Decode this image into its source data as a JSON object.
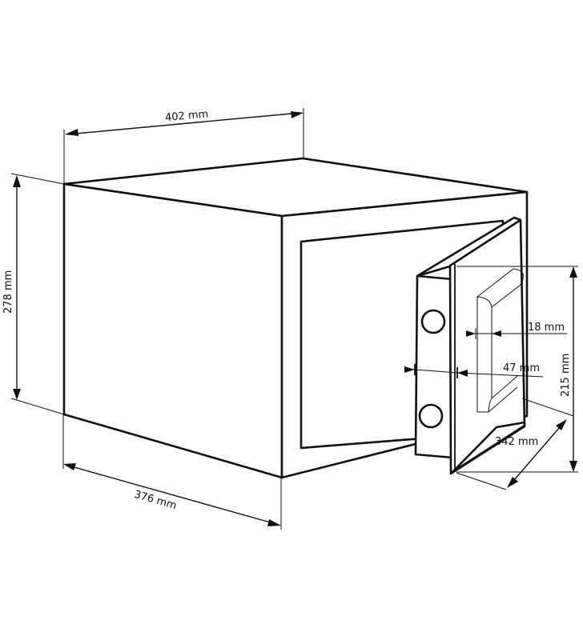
{
  "diagram": {
    "subject": "safe-dimension-drawing",
    "colors": {
      "line": "#111111",
      "background": "#ffffff"
    },
    "dimensions": {
      "width": {
        "label": "402 mm",
        "value": 402,
        "unit": "mm"
      },
      "height": {
        "label": "278 mm",
        "value": 278,
        "unit": "mm"
      },
      "depth": {
        "label": "376 mm",
        "value": 376,
        "unit": "mm"
      },
      "handle": {
        "label": "18 mm",
        "value": 18,
        "unit": "mm"
      },
      "door_thickness": {
        "label": "47 mm",
        "value": 47,
        "unit": "mm"
      },
      "door_height": {
        "label": "215 mm",
        "value": 215,
        "unit": "mm"
      },
      "door_width": {
        "label": "342 mm",
        "value": 342,
        "unit": "mm"
      }
    }
  }
}
